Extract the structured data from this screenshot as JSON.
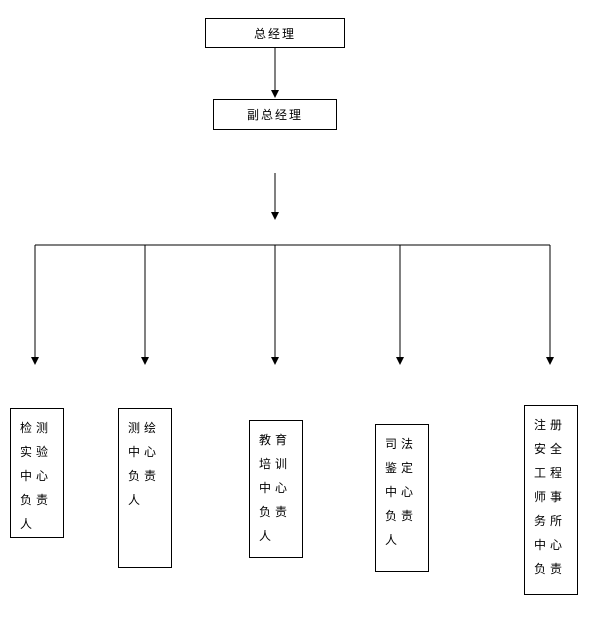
{
  "diagram": {
    "top_box": {
      "label": "总经理"
    },
    "second_box": {
      "label": "副总经理"
    },
    "branches": [
      {
        "label": "检测\n实验\n中心\n负责\n人"
      },
      {
        "label": "测绘\n中心\n负责\n人"
      },
      {
        "label": "教育\n培训\n中心\n负责\n人"
      },
      {
        "label": "司法\n鉴定\n中心\n负责\n人"
      },
      {
        "label": "注册\n安全\n工程\n师事\n务所\n中心\n负责"
      }
    ],
    "line_color": "#000000",
    "background_color": "#ffffff"
  }
}
